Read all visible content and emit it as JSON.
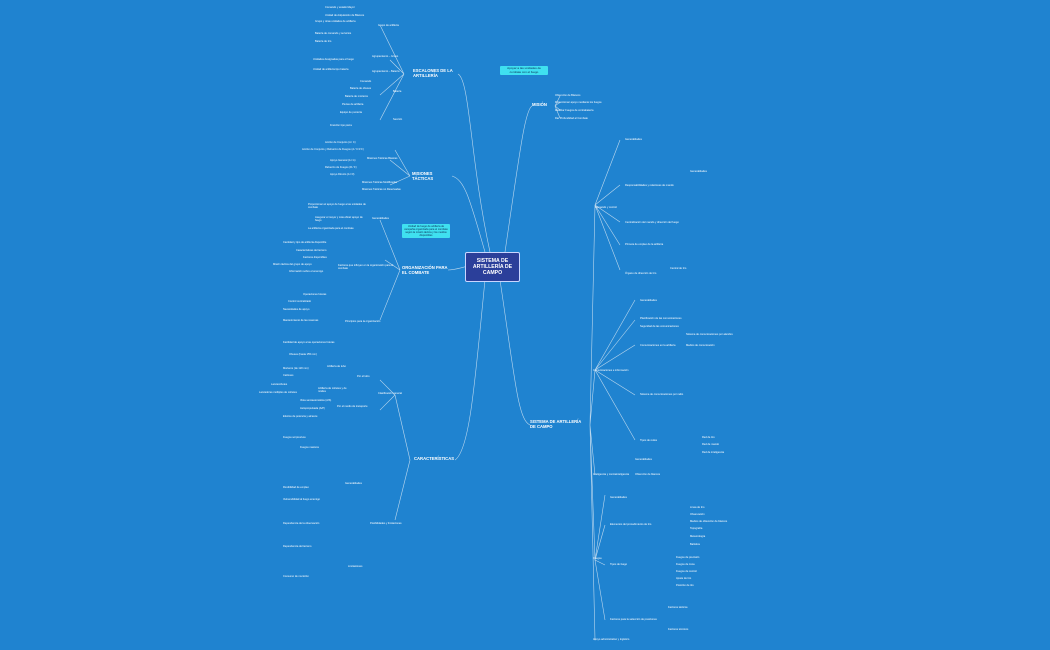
{
  "root": "SISTEMA DE ARTILLERÍA DE CAMPO",
  "notes": {
    "mision_note": "Apoyar a las unidades de combate con el fuego",
    "org_note": "Unidad de fuego de artillería de campaña organizada para el combate según la misión táctica y los medios disponibles"
  },
  "branches": {
    "escalones": "ESCALONES DE LA ARTILLERÍA",
    "misiones": "MISIONES TÁCTICAS",
    "organizacion": "ORGANIZACIÓN PARA EL COMBATE",
    "caracteristicas": "CARACTERÍSTICAS",
    "mision": "MISIÓN",
    "sistema": "SISTEMA DE ARTILLERÍA DE CAMPO"
  },
  "escalones_items": [
    "Comando y estado Mayor",
    "Unidad de Adquisición de Blancos",
    "Grupo de artillería",
    "Grupo y otras unidades de artillería",
    "Batería de comando y servicios",
    "Batería de tiro",
    "Agrupamiento – Grupo",
    "Unidades designadas para el fuego",
    "Agrupamiento – Batería",
    "Unidad de artillería tipo batería",
    "Comando",
    "Batería de obuses",
    "Batería de morteros",
    "Batería",
    "Piezas de artillería",
    "Sección",
    "Equipo de puntería",
    "Fracción tipo pieza"
  ],
  "misiones_items": [
    "Acción de Conjunto (A / C)",
    "Acción de Conjunto y Refuerzo de Fuegos (A / C R F)",
    "Misiones Tácticas Básicas",
    "Apoyo General (A / G)",
    "Refuerzo de Fuegos (R / F)",
    "Apoyo Directo (A / D)",
    "Misiones Tácticas Modificadas",
    "Misiones Tácticas no Reservadas"
  ],
  "organizacion_items": [
    "Proporcionan el apoyo de fuego a las unidades de combate",
    "Generalidades",
    "Asegurar el mayor y más eficaz apoyo de fuego",
    "La artillería organizada para el combate",
    "Cantidad y tipo de artillería disponible",
    "Características del terreno",
    "Factores disponibles",
    "Misión táctica del grupo de apoyo",
    "Información sobre el enemigo",
    "Factores que influyen en la organización para el combate",
    "Operaciones futuras",
    "Control centralizado",
    "Necesidades de apoyo",
    "Mantenimiento de las reservas",
    "Principios para la organización",
    "Facilidad de apoyo a las operaciones futuras"
  ],
  "caracteristicas_items": [
    "Artillería de tubo",
    "Obuses (hasta 155 mm)",
    "Morteros (de 120 mm)",
    "Cañones",
    "Artillería de cohetes y de misiles",
    "Lanzacohetes",
    "Lanzadores múltiples de cohetes",
    "Por el tubo",
    "Clasificación general",
    "Vista semiautomática (A/S)",
    "Autopropulsada (A/P)",
    "Por el medio de transporte",
    "Generalidades",
    "Posibilidades y limitaciones",
    "Efectos de potencia y alcance",
    "Fuegos sorpresivos",
    "Fuegos masivos",
    "Flexibilidad de empleo",
    "Limitaciones",
    "Vulnerabilidad al fuego enemigo",
    "Dependencia de la observación",
    "Dependencia del terreno",
    "Consumo de munición"
  ],
  "mision_items": [
    "Obtención de Blancos",
    "Proporcionar apoyo mediante los fuegos",
    "Realizar Fuegos de contrabatería",
    "Dar Profundidad al Combate"
  ],
  "sistema_items": [
    "Generalidades",
    "Comando y control",
    "Responsabilidades y relaciones de mando",
    "Generalidades",
    "Centralización del mando y dirección del fuego",
    "Primera de empleo de la artillería",
    "Órgano de dirección de tiro",
    "Central de tiro",
    "Comunicaciones e información",
    "Generalidades",
    "Planificación de las comunicaciones",
    "Seguridad de las comunicaciones",
    "Comunicaciones en la artillería",
    "Sistema de comunicaciones por alambre",
    "Sistema de comunicaciones por radio",
    "Medios de comunicación",
    "Tipos de redes",
    "Red de tiro",
    "Red de mando",
    "Red de inteligencia",
    "Inteligencia y contrainteligencia",
    "Generalidades",
    "Obtención de blancos",
    "Fuegos",
    "Generalidades",
    "Elementos del procedimiento de tiro",
    "Línea de tiro",
    "Observación",
    "Medios de obtención de blancos",
    "Topografía",
    "Meteorología",
    "Balística",
    "Tipos de fuego",
    "Fuegos de precisión",
    "Fuegos de zona",
    "Fuegos de control",
    "Ajuste de tiro",
    "Posición de tiro",
    "Factores para la selección de posiciones",
    "Factores tácticos",
    "Factores técnicos",
    "Apoyo administrativo y logístico"
  ]
}
